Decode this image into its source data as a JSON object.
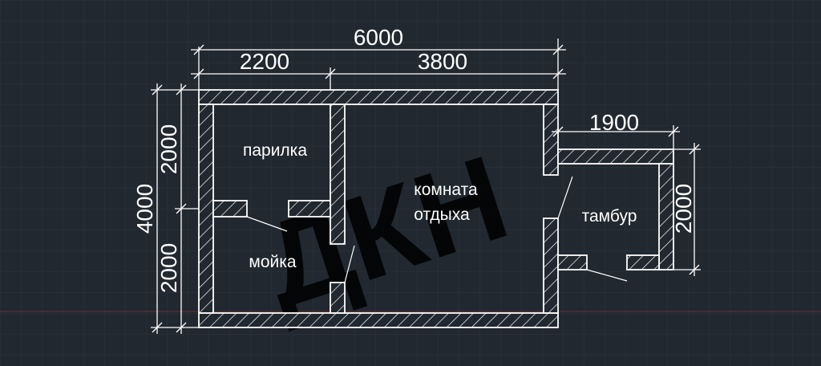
{
  "plan": {
    "dimensions": {
      "total_width": "6000",
      "left_width": "2200",
      "right_width": "3800",
      "annex_width": "1900",
      "total_height": "4000",
      "upper_height": "2000",
      "lower_height": "2000",
      "annex_height": "2000"
    },
    "rooms": {
      "steam_room": "парилка",
      "washroom": "мойка",
      "lounge_line1": "комната",
      "lounge_line2": "отдыха",
      "vestibule": "тамбур"
    },
    "watermark": "ДКН"
  },
  "colors": {
    "background": "#212830",
    "grid": "#2b333d",
    "lines": "#ffffff",
    "axis_red": "#7a2a2a"
  }
}
